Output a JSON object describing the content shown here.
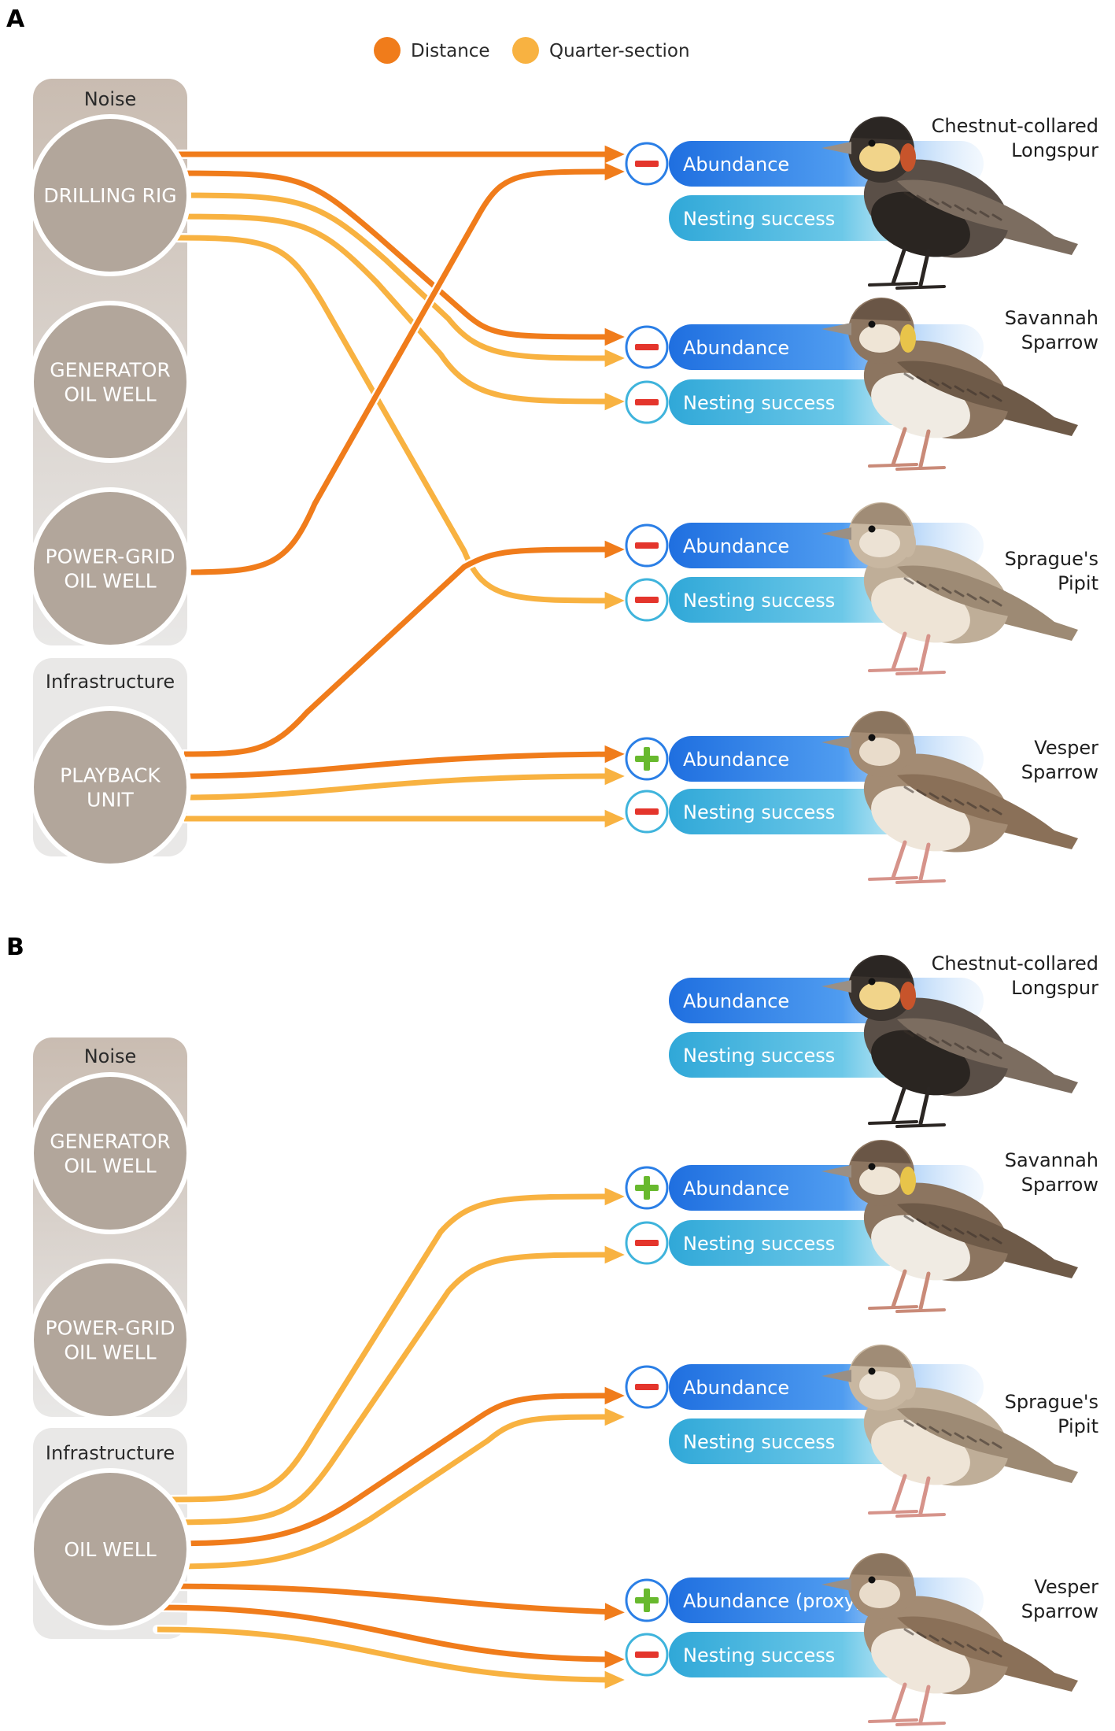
{
  "legend": {
    "distance": {
      "label": "Distance",
      "color": "#f07c1b"
    },
    "quarter_section": {
      "label": "Quarter-section",
      "color": "#f8b241"
    }
  },
  "colors": {
    "panel_dark": "#c9bcb1",
    "panel_light": "#e9e8e7",
    "circle": "#b2a69b",
    "abundance_bar": "#2b7fe6",
    "nesting_bar": "#3fb4dc",
    "minus_sign": "#e4352c",
    "plus_sign": "#68b92e"
  },
  "panels": [
    {
      "letter": "A",
      "noise_label": "Noise",
      "infra_label": "Infrastructure",
      "noise_sources": [
        {
          "lines": [
            "DRILLING RIG"
          ]
        },
        {
          "lines": [
            "GENERATOR",
            "OIL WELL"
          ]
        },
        {
          "lines": [
            "POWER-GRID",
            "OIL WELL"
          ]
        }
      ],
      "infra_sources": [
        {
          "lines": [
            "PLAYBACK",
            "UNIT"
          ]
        }
      ],
      "birds": [
        {
          "name": [
            "Chestnut-collared",
            "Longspur"
          ],
          "outcomes": [
            {
              "label": "Abundance",
              "effect": "−"
            },
            {
              "label": "Nesting success",
              "effect": ""
            }
          ]
        },
        {
          "name": [
            "Savannah",
            "Sparrow"
          ],
          "outcomes": [
            {
              "label": "Abundance",
              "effect": "−"
            },
            {
              "label": "Nesting success",
              "effect": "−"
            }
          ]
        },
        {
          "name": [
            "Sprague's",
            "Pipit"
          ],
          "outcomes": [
            {
              "label": "Abundance",
              "effect": "−"
            },
            {
              "label": "Nesting success",
              "effect": "−"
            }
          ]
        },
        {
          "name": [
            "Vesper",
            "Sparrow"
          ],
          "outcomes": [
            {
              "label": "Abundance",
              "effect": "+"
            },
            {
              "label": "Nesting success",
              "effect": "−"
            }
          ]
        }
      ],
      "links": [
        {
          "from": "DRILLING RIG",
          "to": "Chestnut-collared Longspur Abundance",
          "metric": "Distance"
        },
        {
          "from": "DRILLING RIG",
          "to": "Savannah Sparrow Abundance",
          "metric": "Distance"
        },
        {
          "from": "DRILLING RIG",
          "to": "Savannah Sparrow Abundance",
          "metric": "Quarter-section"
        },
        {
          "from": "DRILLING RIG",
          "to": "Savannah Sparrow Nesting success",
          "metric": "Quarter-section"
        },
        {
          "from": "DRILLING RIG",
          "to": "Sprague's Pipit Nesting success",
          "metric": "Quarter-section"
        },
        {
          "from": "POWER-GRID OIL WELL",
          "to": "Chestnut-collared Longspur Abundance",
          "metric": "Distance"
        },
        {
          "from": "PLAYBACK UNIT",
          "to": "Sprague's Pipit Abundance",
          "metric": "Distance"
        },
        {
          "from": "PLAYBACK UNIT",
          "to": "Vesper Sparrow Abundance",
          "metric": "Distance"
        },
        {
          "from": "PLAYBACK UNIT",
          "to": "Vesper Sparrow Abundance",
          "metric": "Quarter-section"
        },
        {
          "from": "PLAYBACK UNIT",
          "to": "Vesper Sparrow Nesting success",
          "metric": "Quarter-section"
        }
      ]
    },
    {
      "letter": "B",
      "noise_label": "Noise",
      "infra_label": "Infrastructure",
      "noise_sources": [
        {
          "lines": [
            "GENERATOR",
            "OIL WELL"
          ]
        },
        {
          "lines": [
            "POWER-GRID",
            "OIL WELL"
          ]
        }
      ],
      "infra_sources": [
        {
          "lines": [
            "OIL WELL"
          ]
        }
      ],
      "birds": [
        {
          "name": [
            "Chestnut-collared",
            "Longspur"
          ],
          "outcomes": [
            {
              "label": "Abundance",
              "effect": ""
            },
            {
              "label": "Nesting success",
              "effect": ""
            }
          ]
        },
        {
          "name": [
            "Savannah",
            "Sparrow"
          ],
          "outcomes": [
            {
              "label": "Abundance",
              "effect": "+"
            },
            {
              "label": "Nesting success",
              "effect": "−"
            }
          ]
        },
        {
          "name": [
            "Sprague's",
            "Pipit"
          ],
          "outcomes": [
            {
              "label": "Abundance",
              "effect": "−"
            },
            {
              "label": "Nesting success",
              "effect": ""
            }
          ]
        },
        {
          "name": [
            "Vesper",
            "Sparrow"
          ],
          "outcomes": [
            {
              "label": "Abundance (proxy)",
              "effect": "+"
            },
            {
              "label": "Nesting success",
              "effect": "−"
            }
          ]
        }
      ],
      "links": [
        {
          "from": "OIL WELL",
          "to": "Savannah Sparrow Abundance",
          "metric": "Quarter-section"
        },
        {
          "from": "OIL WELL",
          "to": "Savannah Sparrow Nesting success",
          "metric": "Quarter-section"
        },
        {
          "from": "OIL WELL",
          "to": "Sprague's Pipit Abundance",
          "metric": "Distance"
        },
        {
          "from": "OIL WELL",
          "to": "Sprague's Pipit Abundance",
          "metric": "Quarter-section"
        },
        {
          "from": "OIL WELL",
          "to": "Vesper Sparrow Abundance (proxy)",
          "metric": "Distance"
        },
        {
          "from": "OIL WELL",
          "to": "Vesper Sparrow Nesting success",
          "metric": "Distance"
        },
        {
          "from": "OIL WELL",
          "to": "Vesper Sparrow Nesting success",
          "metric": "Quarter-section"
        }
      ]
    }
  ]
}
